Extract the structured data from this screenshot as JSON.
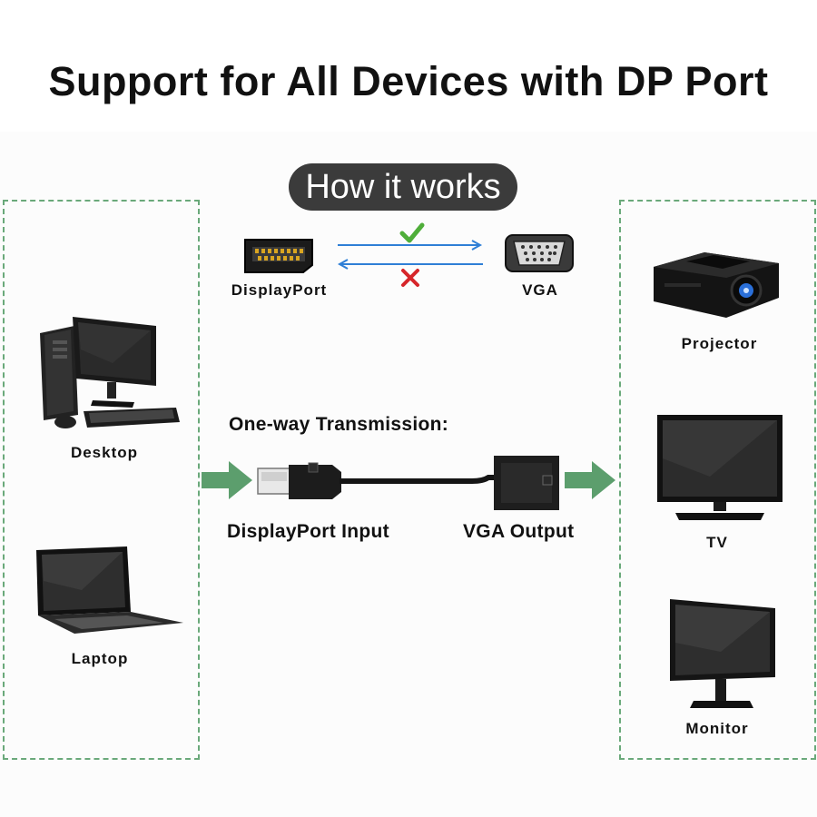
{
  "title": "Support for All Devices with DP Port",
  "how_it_works": {
    "label": "How it works",
    "displayport_label": "DisplayPort",
    "vga_label": "VGA",
    "check_icon": "check-icon",
    "cross_icon": "cross-icon"
  },
  "transmission": {
    "heading": "One-way Transmission:",
    "input_label": "DisplayPort Input",
    "output_label": "VGA Output"
  },
  "source_devices": [
    {
      "label": "Desktop",
      "icon": "desktop-icon"
    },
    {
      "label": "Laptop",
      "icon": "laptop-icon"
    }
  ],
  "output_devices": [
    {
      "label": "Projector",
      "icon": "projector-icon"
    },
    {
      "label": "TV",
      "icon": "tv-icon"
    },
    {
      "label": "Monitor",
      "icon": "monitor-icon"
    }
  ],
  "colors": {
    "green_arrow": "#5c9e6d",
    "blue_arrow": "#2f7fd6",
    "check": "#4fae3a",
    "cross": "#d6262a",
    "pill": "#3b3b3b"
  }
}
